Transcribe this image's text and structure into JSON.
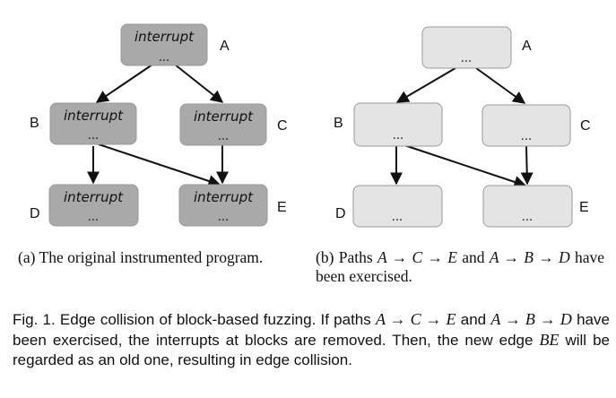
{
  "panel_a": {
    "nodes": {
      "A": {
        "label": "A",
        "top": "interrupt",
        "dots": "..."
      },
      "B": {
        "label": "B",
        "top": "interrupt",
        "dots": "..."
      },
      "C": {
        "label": "C",
        "top": "interrupt",
        "dots": "..."
      },
      "D": {
        "label": "D",
        "top": "interrupt",
        "dots": "..."
      },
      "E": {
        "label": "E",
        "top": "interrupt",
        "dots": "..."
      }
    },
    "caption": {
      "tag": "(a)",
      "text": "The original instrumented program."
    }
  },
  "panel_b": {
    "nodes": {
      "A": {
        "label": "A",
        "dots": "..."
      },
      "B": {
        "label": "B",
        "dots": "..."
      },
      "C": {
        "label": "C",
        "dots": "..."
      },
      "D": {
        "label": "D",
        "dots": "..."
      },
      "E": {
        "label": "E",
        "dots": "..."
      }
    },
    "caption": {
      "tag": "(b)",
      "pre": "Paths",
      "path1": "A → C → E",
      "and": "and",
      "path2": "A → B → D",
      "post": "have been exercised."
    }
  },
  "edges": [
    [
      "A",
      "B"
    ],
    [
      "A",
      "C"
    ],
    [
      "B",
      "D"
    ],
    [
      "B",
      "E"
    ],
    [
      "C",
      "E"
    ]
  ],
  "figure_caption": {
    "part1": "Fig. 1. Edge collision of block-based fuzzing. If paths",
    "path1": "A → C → E",
    "part2": "and",
    "path2": "A → B → D",
    "part3": "have been exercised, the interrupts at blocks are removed. Then, the new edge",
    "edge": "BE",
    "part4": "will be regarded as an old one, resulting in edge collision."
  }
}
